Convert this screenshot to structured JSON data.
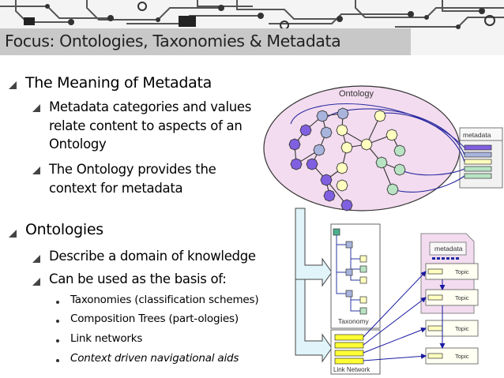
{
  "slide": {
    "title": "Focus: Ontologies, Taxonomies & Metadata",
    "bullets": {
      "b1": "The Meaning of Metadata",
      "b1_1": "Metadata categories and values relate content to aspects of an Ontology",
      "b1_2": "The Ontology provides the context for metadata",
      "b2": "Ontologies",
      "b2_1": "Describe a domain of knowledge",
      "b2_2": "Can be used as the basis of:",
      "b2_2_items": [
        "Taxonomies (classification schemes)",
        "Composition Trees (part-ologies)",
        "Link networks",
        "Context driven navigational aids"
      ]
    }
  },
  "diagram": {
    "ontology_label": "Ontology",
    "metadata_label_top": "metadata",
    "taxonomy_label": "Taxonomy",
    "link_network_label": "Link Network",
    "metadata_label_doc": "metadata",
    "topic_labels": [
      "Topic",
      "Topic",
      "Topic",
      "Topic"
    ]
  },
  "colors": {
    "title_bar": "#c8c8c8",
    "ontology_fill": "#f3dcef",
    "node_purple": "#8060e0",
    "node_blue": "#a8b4dc",
    "node_yellow": "#ffffc0",
    "node_green": "#b8e4c4",
    "arrow_fill": "#e0f4fa",
    "link_yellow": "#ffff33"
  }
}
